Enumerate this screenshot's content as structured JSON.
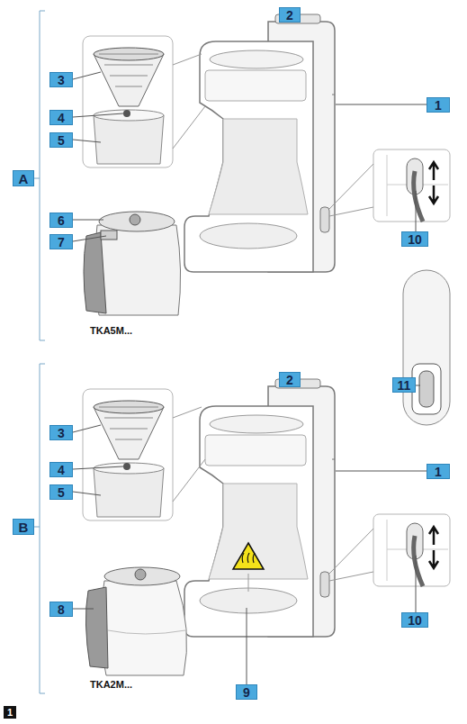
{
  "diagram": {
    "labels": [
      "2",
      "1",
      "3",
      "4",
      "5",
      "6",
      "7",
      "A",
      "10",
      "TKA5M...",
      "11",
      "2",
      "3",
      "4",
      "5",
      "1",
      "B",
      "8",
      "10",
      "TKA2M...",
      "9",
      "1"
    ]
  }
}
